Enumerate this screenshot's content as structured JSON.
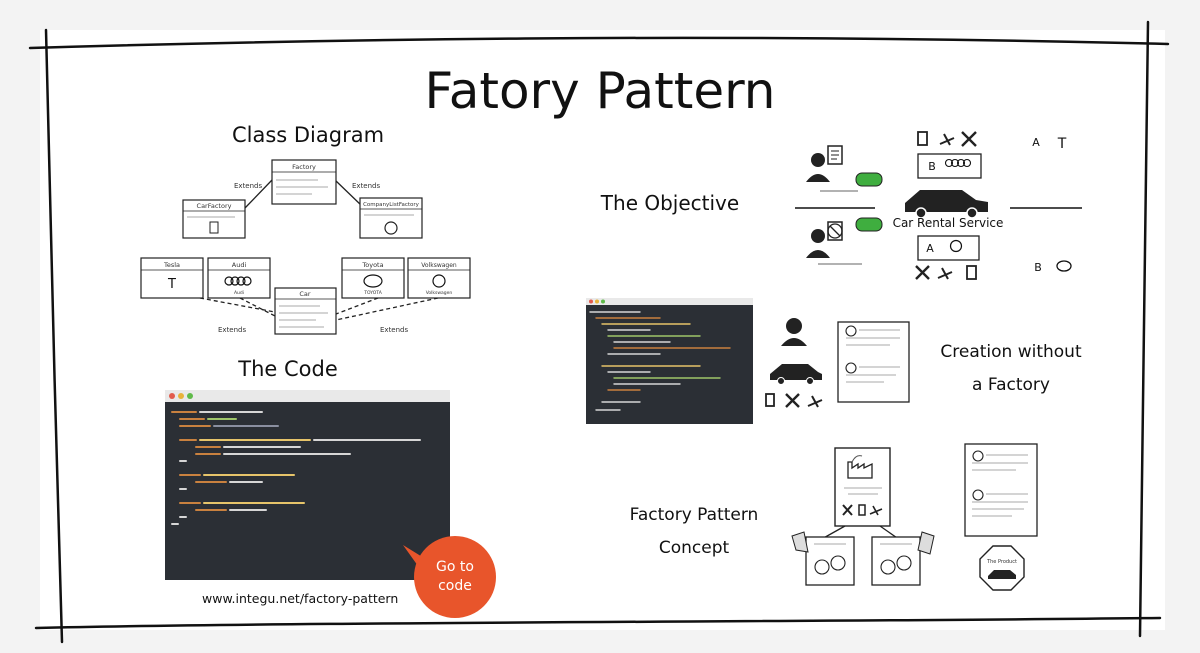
{
  "title": "Fatory Pattern",
  "sections": {
    "class_diagram": {
      "heading": "Class Diagram",
      "factory": "Factory",
      "car_factory": "CarFactory",
      "company_list_factory": "CompanyListFactory",
      "extends_label": "Extends",
      "products": [
        "Tesla",
        "Audi",
        "Toyota",
        "Volkswagen"
      ],
      "product_sub": [
        "",
        "Audi",
        "TOYOTA",
        "Volkswagen"
      ],
      "car": "Car"
    },
    "code": {
      "heading": "The Code",
      "url": "www.integu.net/factory-pattern",
      "button": "Go to code"
    },
    "objective": {
      "heading": "The Objective",
      "service": "Car Rental Service"
    },
    "creation": {
      "heading_line1": "Creation without",
      "heading_line2": "a Factory"
    },
    "concept": {
      "heading_line1": "Factory Pattern",
      "heading_line2": "Concept",
      "product_label": "The Product"
    }
  },
  "colors": {
    "accent": "#e8552b",
    "badge": "#3fae3f",
    "code_bg": "#2b2f35"
  }
}
